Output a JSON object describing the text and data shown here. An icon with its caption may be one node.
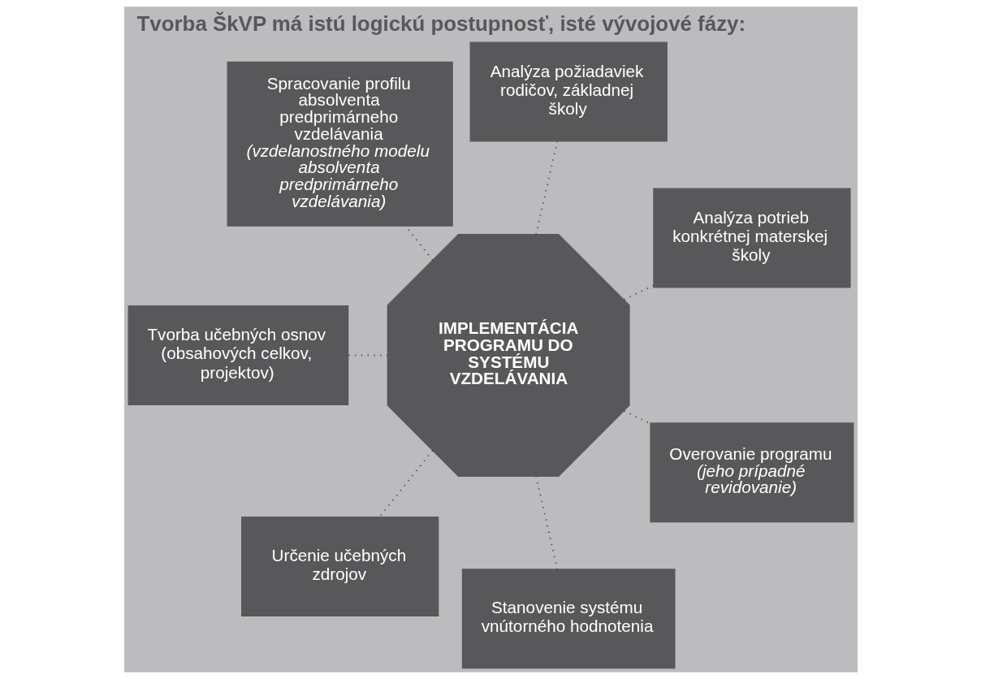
{
  "diagram": {
    "title": "Tvorba ŠkVP má istú logickú postupnosť, isté vývojové fázy:",
    "nodes": [
      {
        "text": [
          "IMPLEMENTÁCIA PROGRAMU DO SYSTÉMU VZDELÁVANIA"
        ]
      },
      {
        "text": [
          "Analýza potrieb konkrétnej materskej školy"
        ]
      },
      {
        "text": [
          "Analýza požiadaviek rodičov, základnej školy"
        ]
      },
      {
        "text": [
          "Spracovanie profilu absolventa predprimárneho vzdelávania",
          "(vzdelanostného modelu absolventa predprimárneho vzdelávania)"
        ]
      },
      {
        "text": [
          "Tvorba učebných osnov (obsahových celkov, projektov)"
        ]
      },
      {
        "text": [
          "Určenie učebných zdrojov"
        ]
      },
      {
        "text": [
          "Stanovenie systému vnútorného hodnotenia"
        ]
      },
      {
        "text": [
          "Overovanie programu",
          "(jeho prípadné revidovanie)"
        ]
      }
    ],
    "edges": [
      {
        "from": 0,
        "to": 1,
        "arrow": "none"
      },
      {
        "from": 0,
        "to": 2,
        "arrow": "none"
      },
      {
        "from": 0,
        "to": 3,
        "arrow": "none"
      },
      {
        "from": 0,
        "to": 4,
        "arrow": "none"
      },
      {
        "from": 0,
        "to": 5,
        "arrow": "none"
      },
      {
        "from": 0,
        "to": 6,
        "arrow": "none"
      },
      {
        "from": 0,
        "to": 7,
        "arrow": "none"
      }
    ]
  }
}
